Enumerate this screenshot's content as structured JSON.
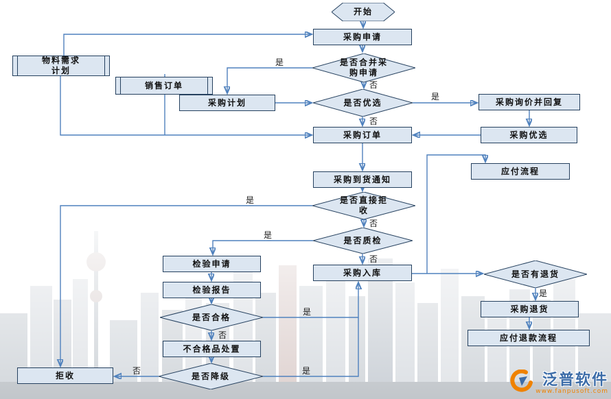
{
  "diagram": {
    "nodes": {
      "start": {
        "label": "开始"
      },
      "purchase_request": {
        "label": "采购申请"
      },
      "material_plan": {
        "label": "物料需求计划"
      },
      "sales_order": {
        "label": "销售订单"
      },
      "merge_decision": {
        "label": "是否合并采购申请"
      },
      "purchase_plan": {
        "label": "采购计划"
      },
      "optimize_decision": {
        "label": "是否优选"
      },
      "inquiry_reply": {
        "label": "采购询价并回复"
      },
      "purchase_optimize": {
        "label": "采购优选"
      },
      "purchase_order": {
        "label": "采购订单"
      },
      "arrival_notice": {
        "label": "采购到货通知"
      },
      "payable_process": {
        "label": "应付流程"
      },
      "direct_reject_decision": {
        "label": "是否直接拒收"
      },
      "quality_check_decision": {
        "label": "是否质检"
      },
      "inspection_request": {
        "label": "检验申请"
      },
      "warehouse_in": {
        "label": "采购入库"
      },
      "return_decision": {
        "label": "是否有退货"
      },
      "inspection_report": {
        "label": "检验报告"
      },
      "purchase_return": {
        "label": "采购退货"
      },
      "qualified_decision": {
        "label": "是否合格"
      },
      "refund_process": {
        "label": "应付退款流程"
      },
      "nonconforming_disposal": {
        "label": "不合格品处置"
      },
      "downgrade_decision": {
        "label": "是否降级"
      },
      "reject": {
        "label": "拒收"
      }
    },
    "edge_labels": {
      "yes": "是",
      "no": "否"
    },
    "colors": {
      "node_fill": "#dce6f1",
      "node_border": "#25405e",
      "arrow": "#4f81bd",
      "brand_blue": "#3c6ca8",
      "brand_orange": "#ef8200"
    }
  },
  "watermark": {
    "brand": "泛普软件",
    "url": "www.fanpusoft.com"
  }
}
